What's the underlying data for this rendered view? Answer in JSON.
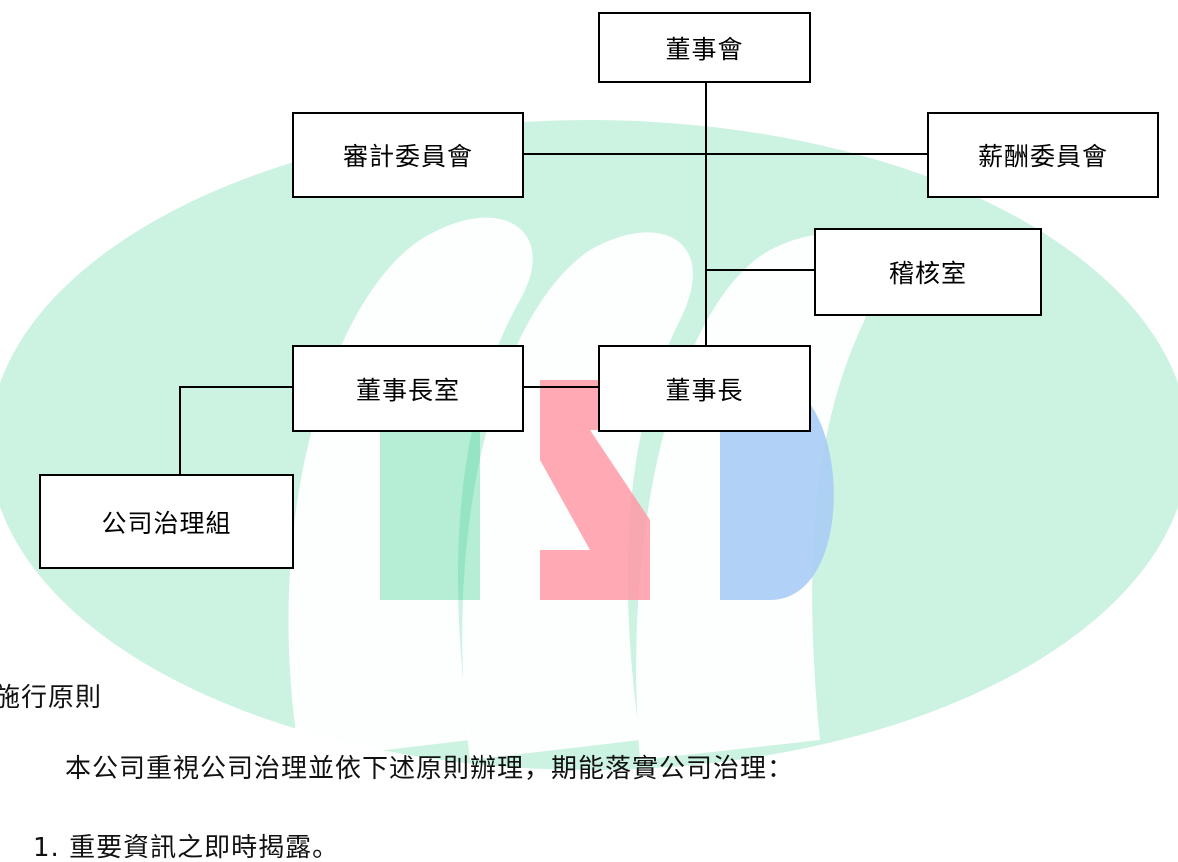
{
  "org_chart": {
    "board": "董事會",
    "audit_committee": "審計委員會",
    "remuneration_committee": "薪酬委員會",
    "internal_audit": "稽核室",
    "chairman_office": "董事長室",
    "chairman": "董事長",
    "corporate_governance": "公司治理組"
  },
  "text": {
    "section_heading": "施行原則",
    "intro": "本公司重視公司治理並依下述原則辦理，期能落實公司治理：",
    "item_1": "1. 重要資訊之即時揭露。"
  },
  "watermark": {
    "logo_letters": "GSD",
    "ellipse_color": "#ccf2e2",
    "green": "#2ecc8a",
    "red": "#ff9aa8",
    "blue": "#a9cdf5"
  }
}
